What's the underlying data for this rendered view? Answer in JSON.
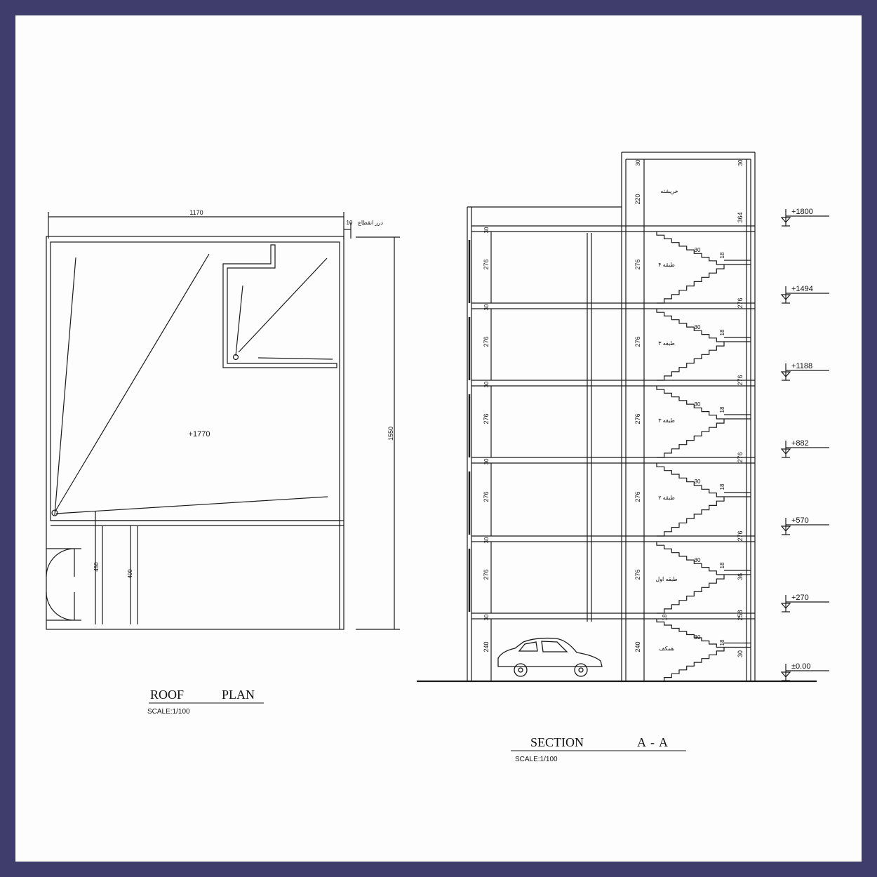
{
  "colors": {
    "border": "#3f3d6b",
    "paper": "#fdfdfd",
    "line": "#1a1a1a"
  },
  "roof_plan": {
    "title_a": "ROOF",
    "title_b": "PLAN",
    "scale": "SCALE:1/100",
    "width_dim": "1170",
    "height_dim": "1550",
    "parapet_label": "درز انقطاع",
    "parapet_dim": "10",
    "elevation": "+1770",
    "dim_450": "450",
    "dim_400": "400"
  },
  "section": {
    "title_a": "SECTION",
    "title_b": "A-A",
    "scale": "SCALE:1/100",
    "levels": [
      "+1800",
      "+1494",
      "+1188",
      "+882",
      "+570",
      "+270",
      "±0.00"
    ],
    "left_story_dims": [
      "276",
      "276",
      "276",
      "276",
      "276",
      "240"
    ],
    "slab_dims": [
      "30",
      "30",
      "30",
      "30",
      "30",
      "30"
    ],
    "mid_story_dims": [
      "220",
      "276",
      "276",
      "276",
      "276",
      "276",
      "240"
    ],
    "top_dim_a": "30",
    "top_dim_b": "30",
    "right_dims": [
      "364",
      "276",
      "276",
      "276",
      "276",
      "36",
      "258",
      "30"
    ],
    "stair_step_dims": [
      "30",
      "30",
      "30",
      "30",
      "30",
      "30"
    ],
    "riser_dims": [
      "18",
      "18",
      "18",
      "18",
      "18",
      "18",
      "18"
    ],
    "floor_labels": [
      "خرپشته",
      "طبقه ۴",
      "طبقه ۳",
      "طبقه ۳",
      "طبقه ۲",
      "طبقه اول",
      "همکف"
    ],
    "landing_dim": "18"
  }
}
